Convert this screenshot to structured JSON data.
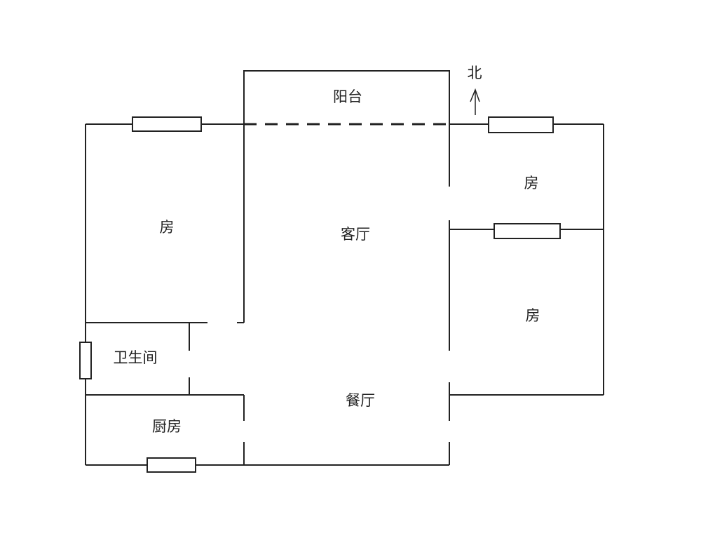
{
  "rooms": {
    "balcony": "阳台",
    "living_room": "客厅",
    "dining_room": "餐厅",
    "bedroom_west": "房",
    "bedroom_northeast": "房",
    "bedroom_southeast": "房",
    "bathroom": "卫生间",
    "kitchen": "厨房"
  },
  "compass": {
    "north": "北"
  }
}
